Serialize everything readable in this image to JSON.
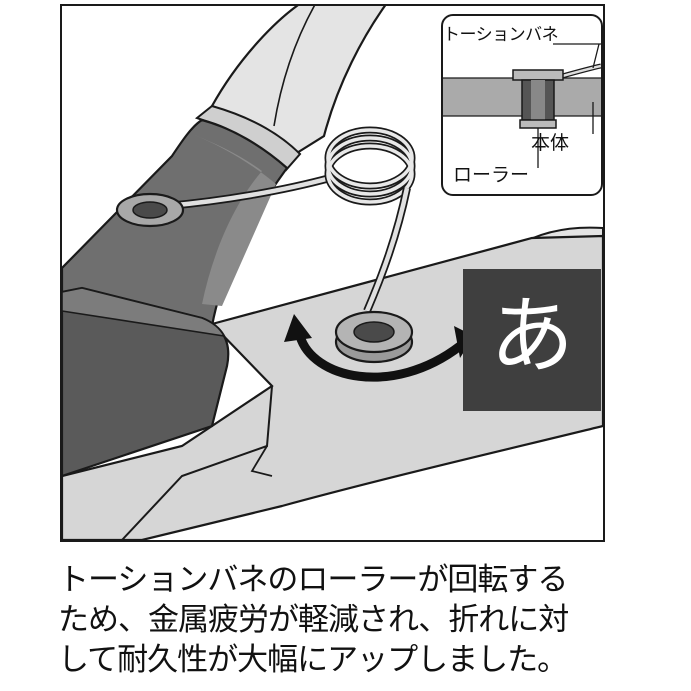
{
  "inset": {
    "spring_label": "トーションバネ",
    "body_label": "本体",
    "roller_label": "ローラー"
  },
  "badge": {
    "character": "あ"
  },
  "caption": {
    "lines": [
      "トーションバネのローラーが回転する",
      "ため、金属疲労が軽減され、折れに対",
      "して耐久性が大幅にアップしました。"
    ]
  },
  "colors": {
    "outline": "#1a1a1a",
    "tool_dark": "#6a6a6a",
    "tool_mid": "#9a9a9a",
    "tool_light": "#d4d4d4",
    "badge_bg": "#3f3f3f",
    "badge_text": "#ffffff"
  }
}
